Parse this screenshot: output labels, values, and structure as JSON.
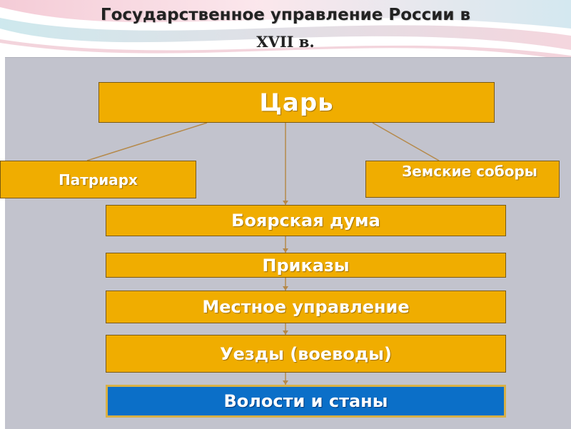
{
  "title": {
    "line1": "Государственное управление  России в",
    "line2": "XVII в."
  },
  "nodes": {
    "tsar": "Царь",
    "patriarch": "Патриарх",
    "zemsky_sobory": "Земские соборы",
    "boyar_duma": "Боярская дума",
    "prikazy": "Приказы",
    "local_government": "Местное управление",
    "uezdy": "Уезды (воеводы)",
    "volosti": "Волости и станы"
  },
  "colors": {
    "node_fill": "#f0ad00",
    "highlight_fill": "#0b6fc8",
    "panel_background": "#c2c3cd",
    "connector": "#b5894a"
  }
}
